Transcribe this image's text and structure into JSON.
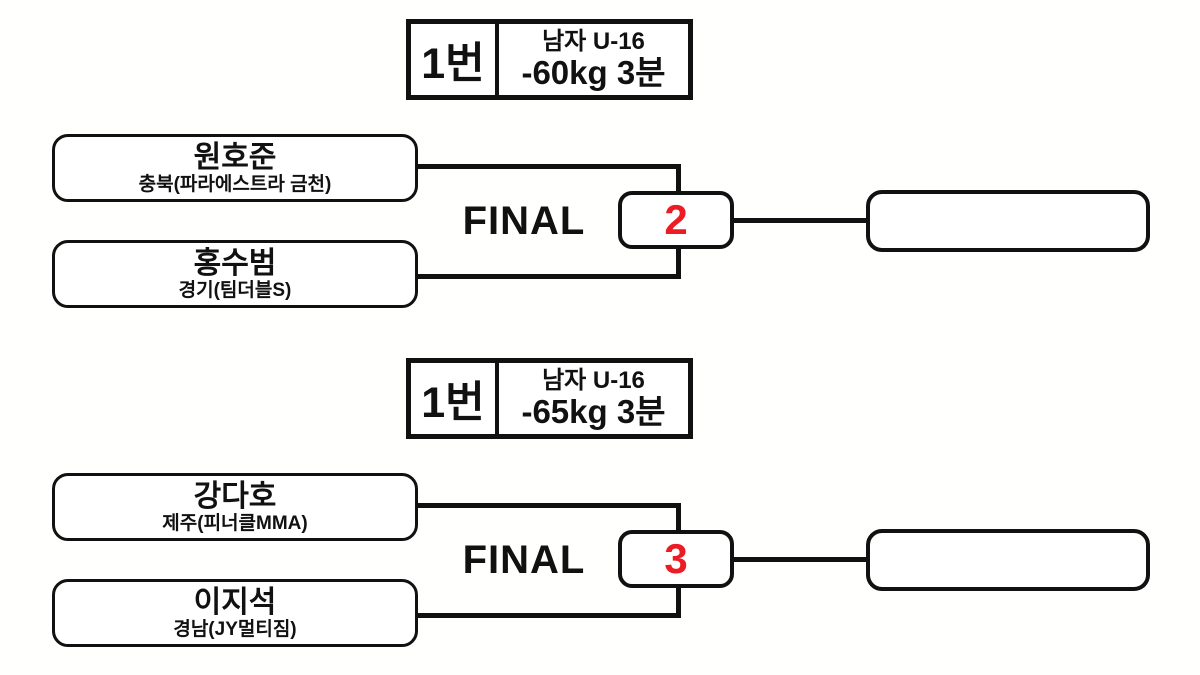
{
  "colors": {
    "line": "#111111",
    "match_number_red": "#ed1c24"
  },
  "brackets": [
    {
      "header": {
        "match_no": "1번",
        "category": "남자 U-16",
        "weight_time": "-60kg 3분"
      },
      "final_label": "FINAL",
      "match_number": "2",
      "players": [
        {
          "name": "원호준",
          "team": "충북(파라에스트라 금천)"
        },
        {
          "name": "홍수범",
          "team": "경기(팀더블S)"
        }
      ],
      "winner": ""
    },
    {
      "header": {
        "match_no": "1번",
        "category": "남자 U-16",
        "weight_time": "-65kg 3분"
      },
      "final_label": "FINAL",
      "match_number": "3",
      "players": [
        {
          "name": "강다호",
          "team": "제주(피너클MMA)"
        },
        {
          "name": "이지석",
          "team": "경남(JY멀티짐)"
        }
      ],
      "winner": ""
    }
  ]
}
